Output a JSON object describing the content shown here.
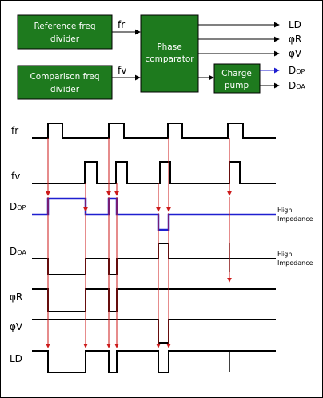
{
  "blocks": {
    "ref_divider": {
      "line1": "Reference freq",
      "line2": "divider"
    },
    "cmp_divider": {
      "line1": "Comparison freq",
      "line2": "divider"
    },
    "phase_comparator": {
      "line1": "Phase",
      "line2": "comparator"
    },
    "charge_pump": {
      "line1": "Charge",
      "line2": "pump"
    }
  },
  "wires": {
    "fr": "fr",
    "fv": "fv"
  },
  "outputs": {
    "ld": "LD",
    "phi_r": "φR",
    "phi_v": "φV",
    "dop_main": "D",
    "dop_sub": "OP",
    "doa_main": "D",
    "doa_sub": "OA"
  },
  "timing": {
    "fr": "fr",
    "fv": "fv",
    "dop_main": "D",
    "dop_sub": "OP",
    "doa_main": "D",
    "doa_sub": "OA",
    "phi_r": "φR",
    "phi_v": "φV",
    "ld": "LD"
  },
  "high_impedance": {
    "dop_line1": "High",
    "dop_line2": "Impedance",
    "doa_line1": "High",
    "doa_line2": "Impedance"
  },
  "colors": {
    "block_fill": "#1e7a1e",
    "dop_wave": "#1f1fd0",
    "edge_arrow": "#cc1a1a",
    "wire": "#000000"
  }
}
